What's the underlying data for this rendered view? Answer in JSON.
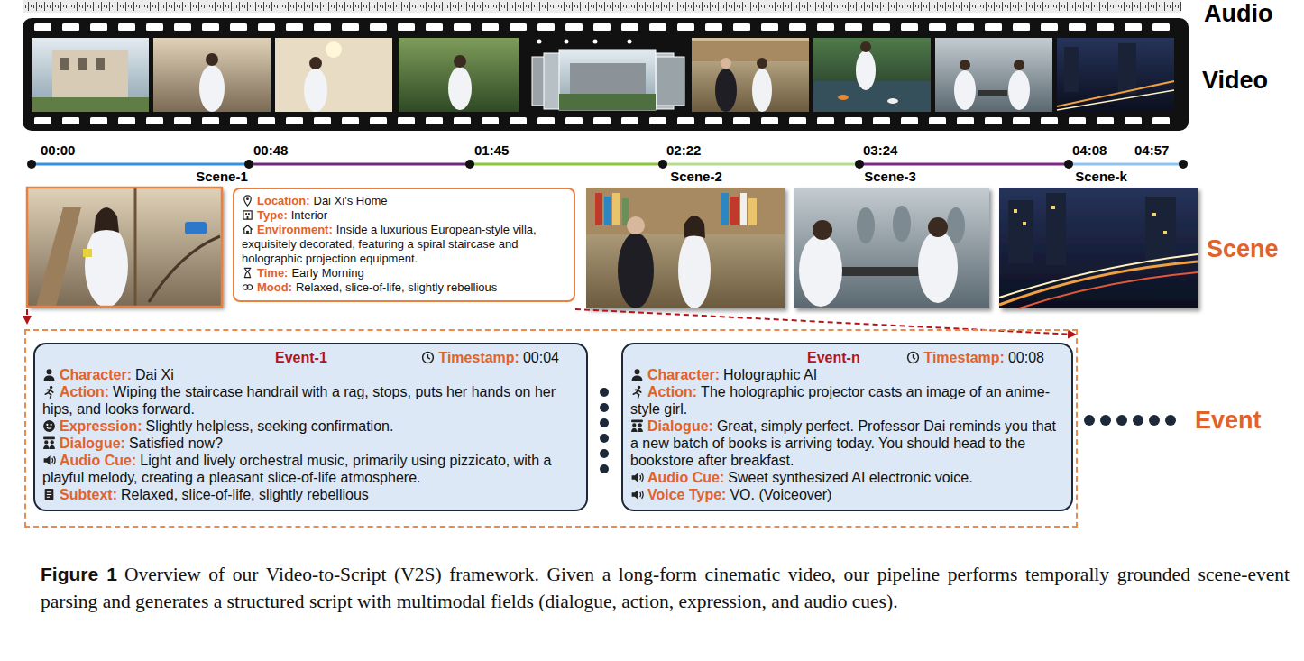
{
  "diagram": {
    "caption": "Overview of our Video-to-Script (V2S) framework. Given a long-form cinematic video, our pipeline performs temporally grounded scene-event parsing and generates a structured script with multimodal fields (dialogue, action, expression, and audio cues).",
    "nodes": [
      {
        "text": [
          "Location:",
          "Dai Xi's Home",
          "Type:",
          "Interior",
          "Environment:",
          "Inside a luxurious European-style villa, exquisitely decorated, featuring a spiral staircase and holographic projection equipment.",
          "Time:",
          "Early Morning",
          "Mood:",
          "Relaxed, slice-of-life, slightly rebellious"
        ]
      },
      {
        "text": [
          "Event-1",
          "Timestamp:",
          "00:04",
          "Character:",
          "Dai Xi",
          "Action:",
          "Wiping the staircase handrail with a rag, stops, puts her hands on her hips, and looks forward.",
          "Expression:",
          "Slightly helpless, seeking confirmation.",
          "Dialogue:",
          "Satisfied now?",
          "Audio Cue:",
          "Light and lively orchestral music, primarily using pizzicato, with a playful melody, creating a pleasant slice-of-life atmosphere.",
          "Subtext:",
          "Relaxed, slice-of-life, slightly rebellious"
        ]
      },
      {
        "text": [
          "Event-n",
          "Timestamp:",
          "00:08",
          "Character:",
          "Holographic AI",
          "Action:",
          "The holographic projector casts an image of an anime-style girl.",
          "Dialogue:",
          "Great, simply perfect. Professor Dai reminds you that a new batch of books is arriving today. You should head to the bookstore after breakfast.",
          "Audio Cue:",
          "Sweet synthesized AI electronic voice.",
          "Voice Type:",
          "VO. (Voiceover)"
        ]
      }
    ],
    "edges": [],
    "labels": [
      "Audio",
      "Video",
      "00:00",
      "00:48",
      "01:45",
      "02:22",
      "03:24",
      "04:08",
      "04:57",
      "Scene-1",
      "Scene-2",
      "Scene-3",
      "Scene-k",
      "Scene",
      "Event",
      "Figure 1"
    ]
  }
}
